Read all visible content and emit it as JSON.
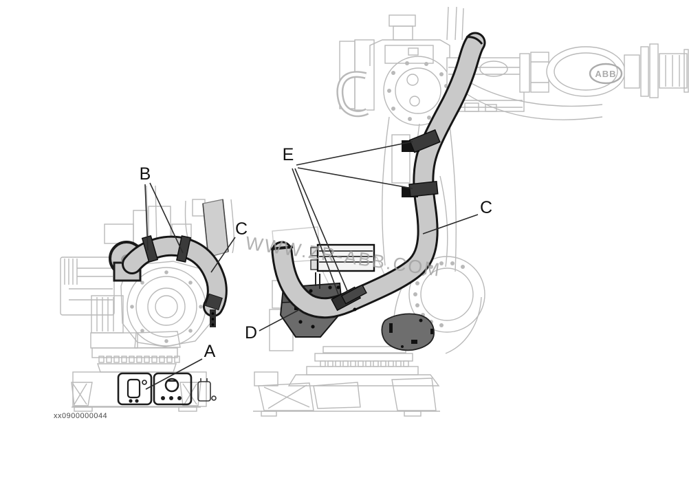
{
  "figure": {
    "watermark": "WWW.ZR-ABB.COM",
    "figure_id": "xx0900000044",
    "arm_logo": "ABB",
    "callouts": [
      {
        "letter": "A",
        "points_to": "base connector panel"
      },
      {
        "letter": "B",
        "points_to": "hose clamps, front view"
      },
      {
        "letter": "C",
        "points_to": "cable harness hose, front view"
      },
      {
        "letter": "C",
        "points_to": "cable harness hose, side view"
      },
      {
        "letter": "D",
        "points_to": "harness bracket"
      },
      {
        "letter": "E",
        "points_to": "hose clamps, side view"
      }
    ],
    "colors": {
      "background": "#ffffff",
      "lineart": "#b9b9b9",
      "hose_fill": "#c9c9c9",
      "hose_outline": "#161616",
      "bracket_fill": "#6b6b6b",
      "label_text": "#111111",
      "watermark_text": "#a0a0a0"
    }
  }
}
